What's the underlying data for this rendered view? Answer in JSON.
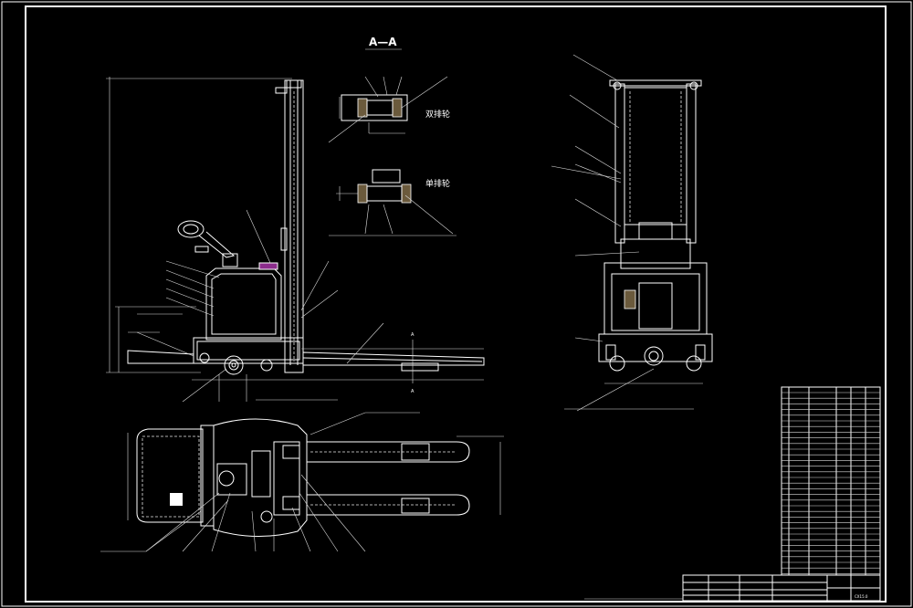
{
  "drawing": {
    "section_label": "A—A",
    "section_marker": "A",
    "note_double": "双排轮",
    "note_single": "单排轮"
  },
  "colors": {
    "background": "#000000",
    "line": "#ffffff",
    "highlight": "#8c2c8c",
    "hatch": "#6b5a3c"
  },
  "title_block": {
    "drawing_number": "CX15.0"
  }
}
